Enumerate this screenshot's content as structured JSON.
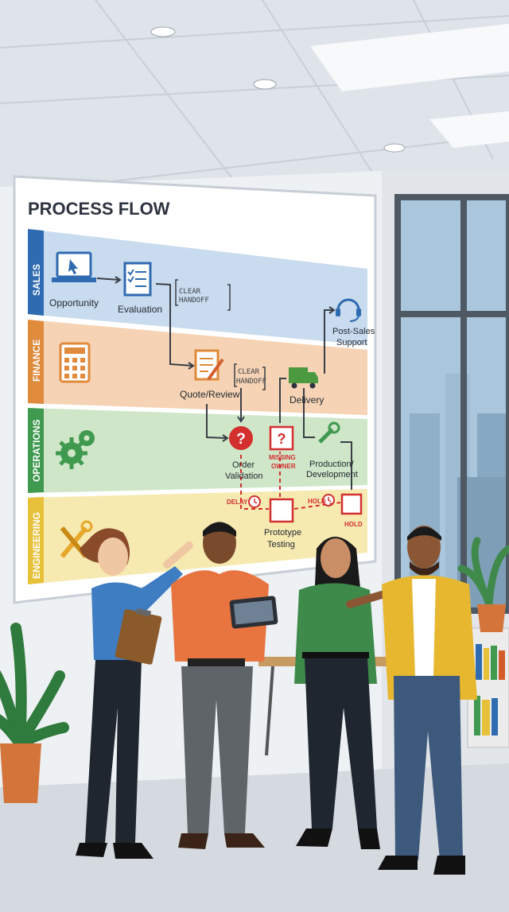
{
  "board": {
    "title": "PROCESS FLOW",
    "lanes": [
      {
        "name": "SALES",
        "color": "#c9dbee",
        "bar": "#2f6bb0"
      },
      {
        "name": "FINANCE",
        "color": "#f6d3b4",
        "bar": "#e08a3c"
      },
      {
        "name": "OPERATIONS",
        "color": "#cfe6c8",
        "bar": "#3f9a4f"
      },
      {
        "name": "ENGINEERING",
        "color": "#f7eab0",
        "bar": "#e7c13a"
      }
    ],
    "steps": {
      "opportunity": "Opportunity",
      "evaluation": "Evaluation",
      "quote_review": "Quote/Review",
      "delivery": "Delivery",
      "post_sales_1": "Post-Sales",
      "post_sales_2": "Support",
      "order_validation_1": "Order",
      "order_validation_2": "Validation",
      "production_1": "Production/",
      "production_2": "Development",
      "prototype_1": "Prototype",
      "prototype_2": "Testing"
    },
    "notes": {
      "clear_handoff_1a": "CLEAR",
      "clear_handoff_1b": "HANDOFF",
      "clear_handoff_2a": "CLEAR",
      "clear_handoff_2b": "HANDOFF",
      "missing_owner_1": "MISSING",
      "missing_owner_2": "OWNER",
      "delay": "DELAY",
      "hold_1": "HOLD",
      "hold_2": "HOLD"
    },
    "colors": {
      "issue": "#d32f2f",
      "flow": "#3a3f47"
    }
  }
}
